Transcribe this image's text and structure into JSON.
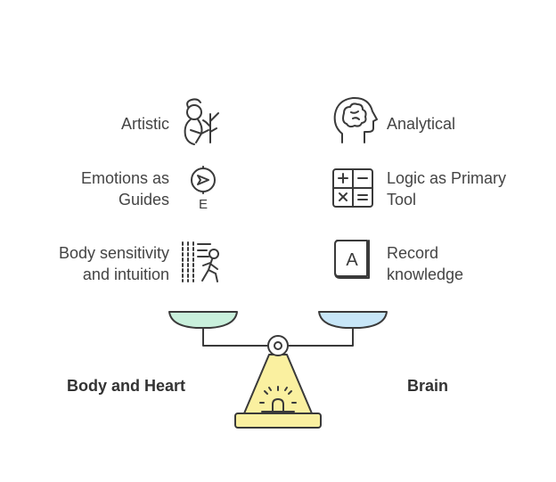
{
  "left": {
    "items": [
      {
        "label": "Artistic",
        "icon": "artist-icon"
      },
      {
        "label": "Emotions as\nGuides",
        "icon": "compass-icon"
      },
      {
        "label": "Body sensitivity\nand intuition",
        "icon": "walking-person-icon"
      }
    ],
    "pan_label": "Body and Heart",
    "pan_color": "#c9f0dc"
  },
  "right": {
    "items": [
      {
        "label": "Analytical",
        "icon": "brain-head-icon"
      },
      {
        "label": "Logic as Primary\nTool",
        "icon": "calculator-icon"
      },
      {
        "label": "Record\nknowledge",
        "icon": "book-icon"
      }
    ],
    "pan_label": "Brain",
    "pan_color": "#c7e6f8"
  },
  "stand_color": "#faf0a0",
  "compass_letter": "E",
  "book_letter": "A"
}
